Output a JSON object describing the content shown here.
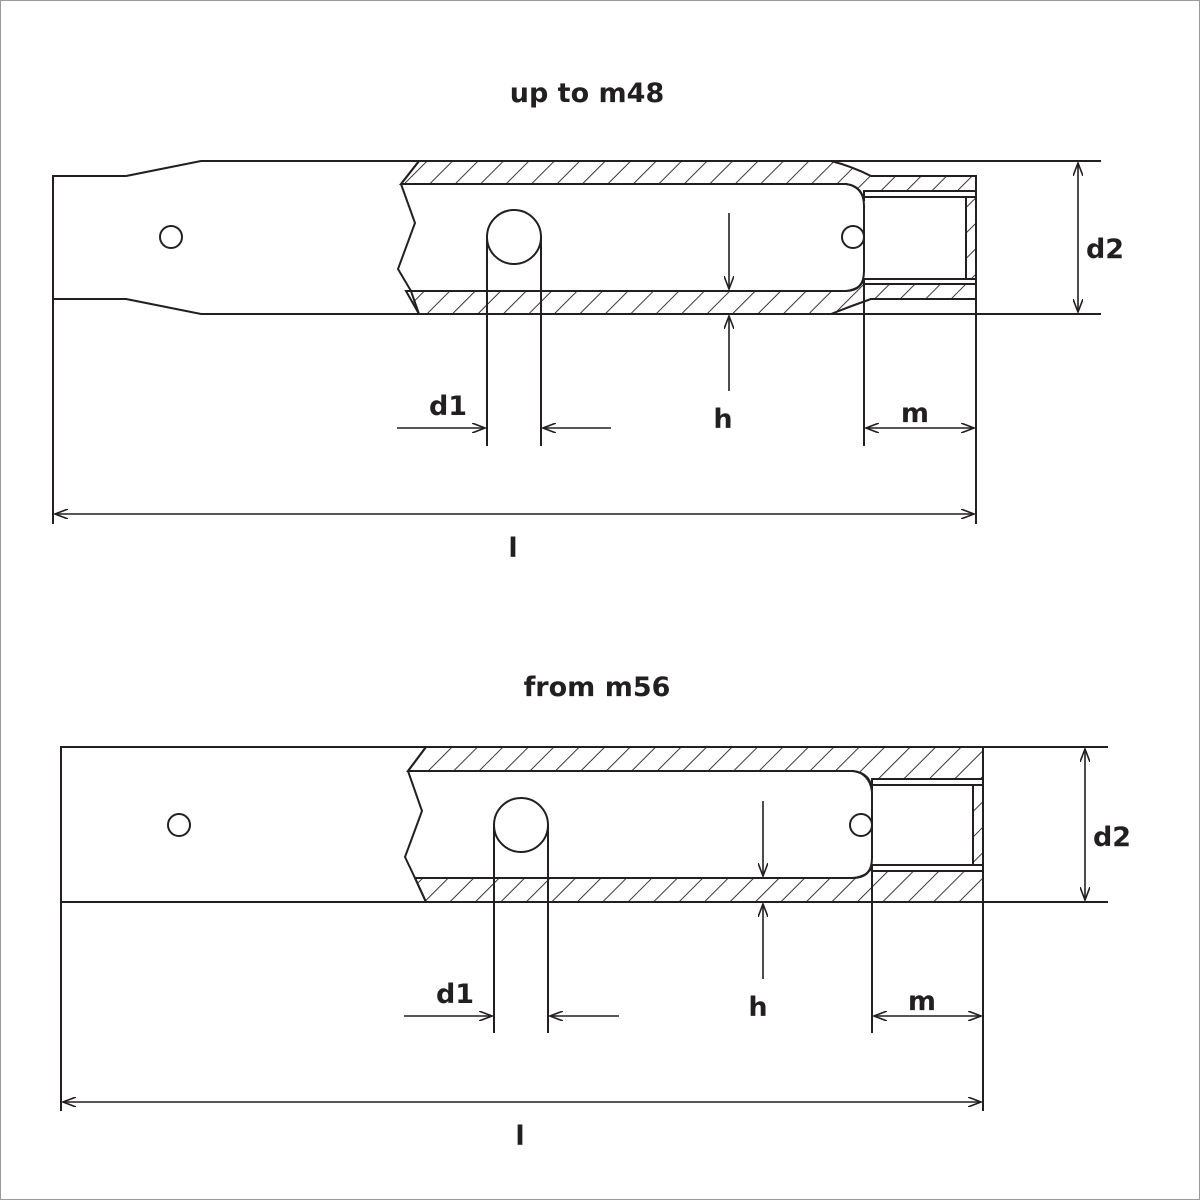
{
  "diagrams": [
    {
      "title": "up to m48",
      "labels": {
        "d1": "d1",
        "d2": "d2",
        "h": "h",
        "m": "m",
        "l": "l"
      }
    },
    {
      "title": "from m56",
      "labels": {
        "d1": "d1",
        "d2": "d2",
        "h": "h",
        "m": "m",
        "l": "l"
      }
    }
  ],
  "colors": {
    "ink": "#231f20",
    "frame": "#9a9a9a",
    "background": "#ffffff"
  }
}
